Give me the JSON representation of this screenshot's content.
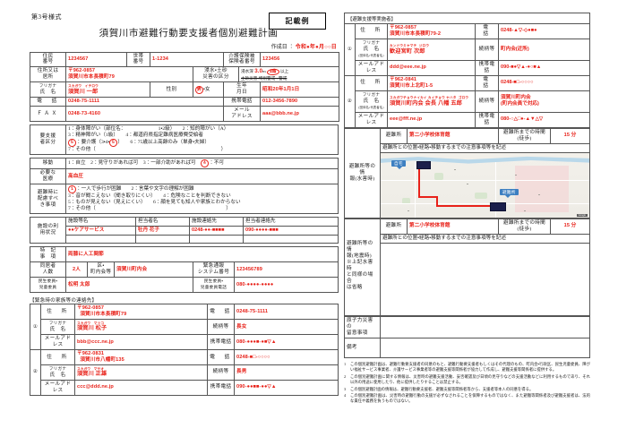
{
  "header": {
    "form_number": "第3号様式",
    "title": "須賀川市避難行動要支援者個別避難計画",
    "stamp": "記載例",
    "created_label": "作成日 ：",
    "created_value": "令和●年●月○○日"
  },
  "basic": {
    "resident_no_label": "住民\n番号",
    "resident_no_label1": "住民",
    "resident_no_label2": "番号",
    "resident_no": "1234567",
    "household_label1": "世帯",
    "household_label2": "番号",
    "household_no": "1-1234",
    "insurance_label1": "介護保険被",
    "insurance_label2": "保険者番号",
    "insurance_no": "123456",
    "address_label1": "住所又は",
    "address_label2": "居所",
    "postal": "〒962-0857",
    "address": "須賀川市本長積町79",
    "flood_label1": "浸水・土砂",
    "flood_label2": "災害の区分",
    "flood_depth_label": "浸水深",
    "flood_depth": "3.0",
    "flood_depth_unit": "m",
    "flood_depth_circled": "4階",
    "flood_depth_suffix": "以上",
    "flood_struck": "土砂災害・特別警戒 ・ 警戒",
    "furigana_label1": "フリガナ",
    "name_label": "氏　名",
    "furigana_sei": "スカガワ",
    "furigana_mei": "イチロウ",
    "name": "須賀川 一郎",
    "gender_label": "性別",
    "gender_male": "男",
    "gender_sep": "・",
    "gender_female": "女",
    "birth_label1": "生年",
    "birth_label2": "月日",
    "birth": "昭和20年1月1日",
    "tel_label": "電　話",
    "tel": "0248-75-1111",
    "mobile_label": "携帯電話",
    "mobile": "012-3456-7890",
    "fax_label": "ＦＡＸ",
    "fax": "0248-73-4160",
    "mail_label1": "メール",
    "mail_label2": "アドレス",
    "mail": "aaa@bbb.ne.jp"
  },
  "category": {
    "label1": "要支援",
    "label2": "者区分",
    "line1": "1：身体障がい（部位名：　　　　　　　1・2級）　　2：知的障がい（A）",
    "line2": "3：精神障がい（1級）　　4：都道府県指定難病医療費受給者",
    "line2_circled": "3",
    "line3_circled_before": "5",
    "line3": "：要介護（3・4・",
    "line3_circled_after": "5",
    "line3_tail": "）　　6：75歳以上高齢のみ（単身・夫婦）",
    "line4": "7：その他（　　　　　　　　　　　　　　　　　　　　　　　　　）"
  },
  "mobility": {
    "label": "移動",
    "text": "1：自立　2：見守りがあれば可　3：一部介助があれば可　",
    "circled": "4",
    "tail": "：不可"
  },
  "medical": {
    "label1": "必要な",
    "label2": "医療",
    "value": "高血圧"
  },
  "consideration": {
    "label1": "避難時に",
    "label2": "配慮すべ",
    "label3": "き事項",
    "circled": "1",
    "line1": "：一人で歩行が困難　　2：言葉や文字の理解が困難",
    "line2": "3：音が聞こえない（聞き取りにくい）　　4：危険なことを判断できない",
    "line3": "5：ものが見えない（見えにくい）　　6：顔を見ても知人や家族とわからない",
    "line4": "7：その他（　　　　　　　　　　　　　　　　　　　　　　　　　　）"
  },
  "facility": {
    "label1": "施設の利",
    "label2": "用状況",
    "headers": [
      "施設等名",
      "担当者名",
      "施設連絡先",
      "担当者連絡先"
    ],
    "rows": [
      {
        "name": "●●ケアサービス",
        "person": "牡丹 花子",
        "facility_tel": "0248-●●-■■■■",
        "person_tel": "090-●●●●-■■■"
      },
      {
        "name": "",
        "person": "",
        "facility_tel": "",
        "person_tel": ""
      }
    ]
  },
  "special_notes": {
    "label1": "特　記",
    "label2": "事　項",
    "value": "両膝に人工関節"
  },
  "residents": {
    "count_label1": "同居者",
    "count_label2": "人数",
    "count": "2人",
    "district_label1": "区・",
    "district_label2": "町内会等",
    "district": "須賀川町内会",
    "emergency_label1": "緊急通報",
    "emergency_label2": "システム番号",
    "emergency_no": "123456789",
    "welfare_label1": "民生委員・",
    "welfare_label2": "児童委員",
    "welfare_name": "松明 太郎",
    "welfare_tel_label1": "民生委員・",
    "welfare_tel_label2": "児童委員電話",
    "welfare_tel": "080-●●●●-●●●●"
  },
  "family_contacts": {
    "heading": "【緊急時の家族等の連絡先】",
    "labels": {
      "address": "住　所",
      "furigana": "フリガナ",
      "name": "氏　名",
      "mail": "メールアドレス",
      "tel": "電　話",
      "relation": "続柄等",
      "mobile": "携帯電話"
    },
    "entries": [
      {
        "no": "①",
        "postal": "〒962-0857",
        "address": "須賀川市本長積町79",
        "tel": "0248-75-1111",
        "furigana_sei": "スカガワ",
        "furigana_mei": "マツコ",
        "name": "須賀川 松子",
        "relation": "長女",
        "mail": "bbb@ccc.ne.jp",
        "mobile": "080-●●●■-●■▽▲"
      },
      {
        "no": "②",
        "postal": "〒962-0831",
        "address": "須賀川市八幡町135",
        "tel": "0248-■□-○○○○",
        "furigana_sei": "スカガワ",
        "furigana_mei": "マサオ",
        "name": "須賀川 正雄",
        "relation": "長男",
        "mail": "ccc@ddd.ne.jp",
        "mobile": "090-●●■■-●●▽▲"
      }
    ]
  },
  "supporters": {
    "heading": "【避難支援等実施者】",
    "labels": {
      "address": "住　所",
      "furigana": "フリガナ",
      "name": "氏　名",
      "name_sub": "(団体名・代表者名)",
      "mail": "メールアドレス",
      "tel": "電　話",
      "relation": "続柄等",
      "mobile": "携帯電話"
    },
    "entries": [
      {
        "no": "①",
        "postal": "〒962-0857",
        "address": "須賀川市本長積町79-2",
        "tel": "0248-▲▽-◇●■●",
        "furigana_sei": "カンドウミヤマチ",
        "furigana_mei": "ジロウ",
        "name": "歓迎宮町 次郎",
        "relation": "町内会(近所)",
        "mail": "ddd@eee.ne.jp",
        "mobile": "090-■●▽▲-●○■▲"
      },
      {
        "no": "②",
        "postal": "〒962-0841",
        "address": "須賀川市上北町1-5",
        "tel": "0248-■□-○○○○",
        "furigana_sei": "スカガワチョウナイカイ カイチョウ ヤハタ",
        "furigana_mei": "ゴロウ",
        "name": "須賀川町内会 会長 八幡 五郎",
        "relation": "須賀川町内会",
        "relation2": "(町内会員で対応)",
        "mail": "eee@fff.ne.jp",
        "mobile": "080-○△□●-▲▼△▽"
      }
    ]
  },
  "shelter_flood": {
    "row_label1": "避難所等の情",
    "row_label2": "報(水害時)",
    "shelter_label": "避難所",
    "shelter_name": "第二小学校体育館",
    "time_label1": "避難所までの時間",
    "time_label2": "(徒歩)",
    "time_value": "15 分",
    "note_header": "避難所との位置・経路・移動するまでの注意事項等を記述",
    "map": {
      "home_label": "自宅",
      "shelter_label": "避難所",
      "attribution": "Google"
    }
  },
  "shelter_quake": {
    "row_label1": "避難所等の情",
    "row_label2": "報(地震時)",
    "row_label3": "※上記水害時",
    "row_label4": "と同様の場合",
    "row_label5": "は省略",
    "shelter_label": "避難所",
    "shelter_name": "第二小学校体育館",
    "time_label1": "避難所までの時間",
    "time_label2": "(徒歩)",
    "time_value": "15 分",
    "note_header": "避難所との位置・経路・移動するまでの注意事項等を記述"
  },
  "nuclear": {
    "label1": "原子力災害の",
    "label2": "留意事項",
    "value": ""
  },
  "remarks": {
    "label": "備考",
    "value": ""
  },
  "footnotes": [
    {
      "num": "1",
      "text": "この個別避難計画は、避難行動要支援者の同意のもと、避難行動要支援者もしくはその代理のもの、町内会・行政区、民生児童委員、障がい福祉サービス事業者、介護サービス事業者等の避難支援等関係者が協力して作成し、避難支援等関係者に提供する。"
    },
    {
      "num": "2",
      "text": "この個別避難計画に関する情報は、災害時の避難支援活動、安否確認及び日頃の見守りなどの支援活動などに利用するものであり、それ以外の用途に使用したり、他に提供したりすることは禁止する。"
    },
    {
      "num": "3",
      "text": "この個別避難計画の情報は、避難行動要支援者、避難支援等関係者等から、支援者等本人の同意を得る。"
    },
    {
      "num": "4",
      "text": "この個別避難計画は、災害時の避難行動の支援が必ずなされることを保障するものではなく、また避難等関係者及び避難支援者は、法的な責任や義務を負うものではない。"
    }
  ],
  "colors": {
    "ink_red": "#e8221a",
    "rule": "#555555",
    "map_water": "#b9d8ea",
    "callout_blue": "#3d7fc1"
  }
}
